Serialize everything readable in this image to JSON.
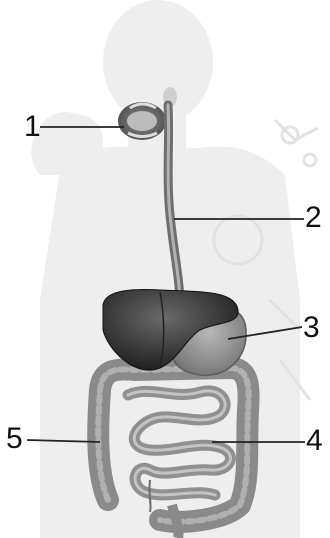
{
  "labels": [
    {
      "number": "1"
    },
    {
      "number": "2"
    },
    {
      "number": "3"
    },
    {
      "number": "4"
    },
    {
      "number": "5"
    }
  ],
  "colors": {
    "silhouette": "#ececec",
    "organ_dark": "#3a3a3a",
    "organ_mid": "#8a8a8a",
    "intestine": "#9a9a9a",
    "leader_line": "#222222"
  }
}
